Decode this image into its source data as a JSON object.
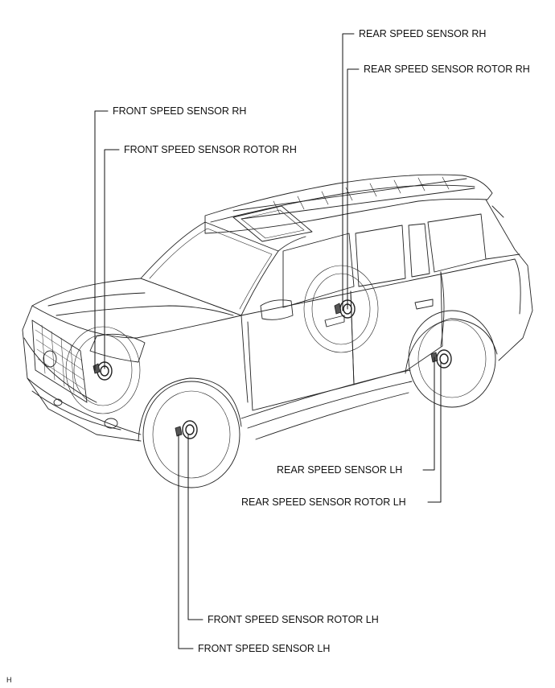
{
  "labels": {
    "rear_speed_sensor_rh": "REAR SPEED SENSOR RH",
    "rear_speed_sensor_rotor_rh": "REAR SPEED SENSOR ROTOR RH",
    "front_speed_sensor_rh": "FRONT SPEED SENSOR RH",
    "front_speed_sensor_rotor_rh": "FRONT SPEED SENSOR ROTOR RH",
    "rear_speed_sensor_lh": "REAR SPEED SENSOR LH",
    "rear_speed_sensor_rotor_lh": "REAR SPEED SENSOR ROTOR LH",
    "front_speed_sensor_rotor_lh": "FRONT SPEED SENSOR ROTOR LH",
    "front_speed_sensor_lh": "FRONT SPEED SENSOR LH"
  },
  "corner_code": "H"
}
